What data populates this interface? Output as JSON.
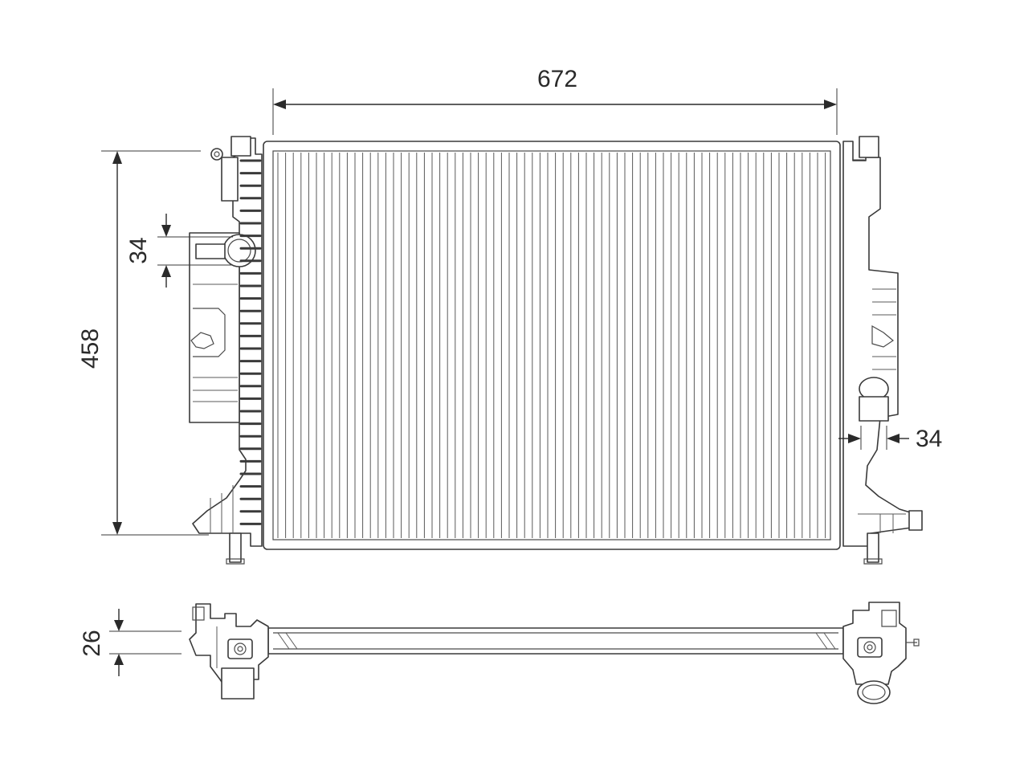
{
  "dimensions": {
    "core_width": "672",
    "core_height": "458",
    "upper_inlet_diameter": "34",
    "lower_outlet_diameter": "34",
    "core_thickness": "26"
  },
  "colors": {
    "line": "#3a3a3a",
    "background": "#ffffff"
  }
}
